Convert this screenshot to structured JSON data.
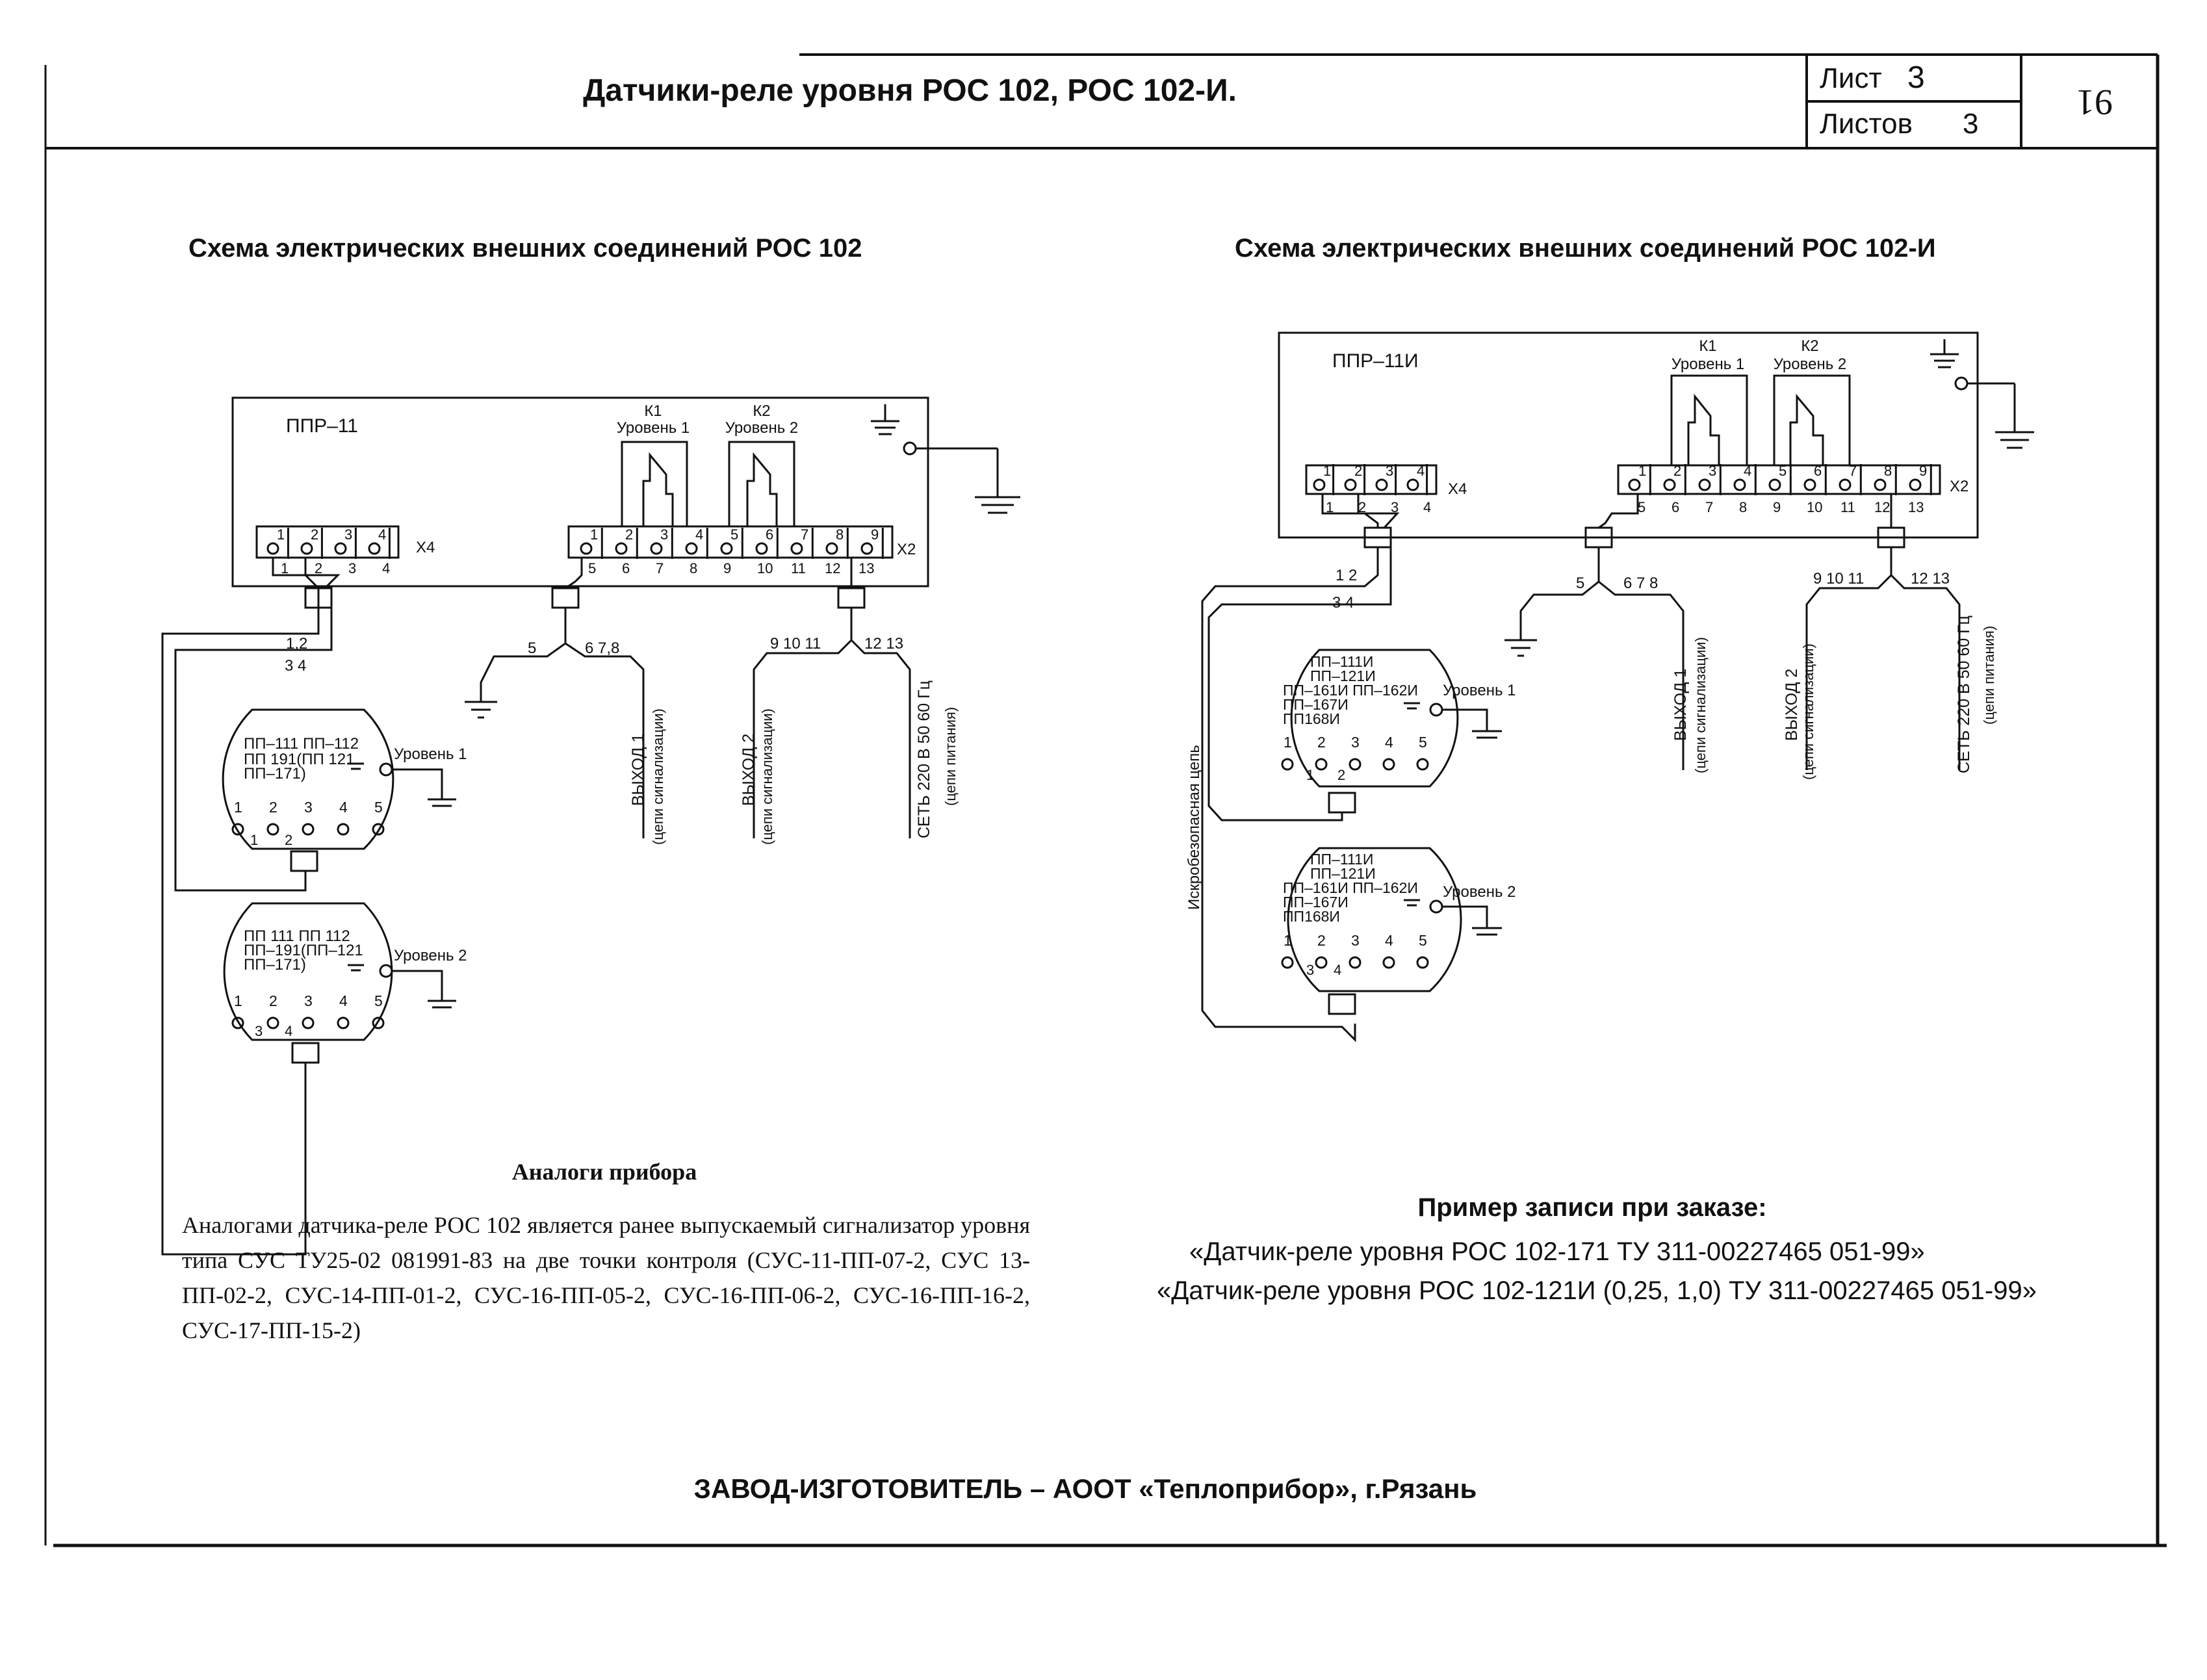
{
  "header": {
    "title": "Датчики-реле уровня РОС 102, РОС 102-И.",
    "sheet_label": "Лист",
    "sheet_value": "3",
    "sheets_label": "Листов",
    "sheets_value": "3",
    "page_number": "91"
  },
  "left_scheme": {
    "title": "Схема электрических внешних соединений РОС 102",
    "device_label": "ППР–11",
    "relay_k1": "К1",
    "relay_k1_level": "Уровень 1",
    "relay_k2": "К2",
    "relay_k2_level": "Уровень 2",
    "x4_label": "Х4",
    "x2_label": "Х2",
    "x4_top": [
      "1",
      "2",
      "3",
      "4"
    ],
    "x4_bottom": [
      "1",
      "2",
      "3",
      "4"
    ],
    "x2_top": [
      "1",
      "2",
      "3",
      "4",
      "5",
      "6",
      "7",
      "8",
      "9"
    ],
    "x2_bottom": [
      "5",
      "6",
      "7",
      "8",
      "9",
      "10",
      "11",
      "12",
      "13"
    ],
    "wire_12": "1,2",
    "wire_34": "3 4",
    "wire_5": "5",
    "wire_678": "6 7,8",
    "wire_91011": "9 10 11",
    "wire_1213": "12 13",
    "output1": "ВЫХОД 1",
    "output1_sub": "(цепи сигнализации)",
    "output2": "ВЫХОД 2",
    "output2_sub": "(цепи сигнализации)",
    "mains": "СЕТЬ 220 В 50 60 Гц",
    "mains_sub": "(цепи питания)",
    "sensor1_lines": [
      "ПП–111 ПП–112",
      "ПП 191(ПП 121",
      "ПП–171)"
    ],
    "sensor1_level": "Уровень 1",
    "sensor1_pins": [
      "1",
      "2",
      "3",
      "4",
      "5"
    ],
    "sensor1_wires": [
      "1",
      "2"
    ],
    "sensor2_lines": [
      "ПП 111 ПП 112",
      "ПП–191(ПП–121",
      "ПП–171)"
    ],
    "sensor2_level": "Уровень 2",
    "sensor2_pins": [
      "1",
      "2",
      "3",
      "4",
      "5"
    ],
    "sensor2_wires": [
      "3",
      "4"
    ]
  },
  "right_scheme": {
    "title": "Схема электрических внешних соединений РОС 102-И",
    "device_label": "ППР–11И",
    "relay_k1": "К1",
    "relay_k1_level": "Уровень 1",
    "relay_k2": "К2",
    "relay_k2_level": "Уровень 2",
    "x4_label": "Х4",
    "x2_label": "Х2",
    "x4_top": [
      "1",
      "2",
      "3",
      "4"
    ],
    "x4_bottom": [
      "1",
      "2",
      "3",
      "4"
    ],
    "x2_top": [
      "1",
      "2",
      "3",
      "4",
      "5",
      "6",
      "7",
      "8",
      "9"
    ],
    "x2_bottom": [
      "5",
      "6",
      "7",
      "8",
      "9",
      "10",
      "11",
      "12",
      "13"
    ],
    "wire_12": "1 2",
    "wire_34": "3 4",
    "wire_5": "5",
    "wire_678": "6 7 8",
    "wire_91011": "9 10 11",
    "wire_1213": "12 13",
    "output1": "ВЫХОД 1",
    "output1_sub": "(цепи сигнализации)",
    "output2": "ВЫХОД 2",
    "output2_sub": "(цепи сигнализации)",
    "mains": "СЕТЬ 220 В 50 60 Гц",
    "mains_sub": "(цепи питания)",
    "safe_circuit": "Искробезопасная цепь",
    "sensor1_lines": [
      "ПП–111И",
      "ПП–121И",
      "ПП–161И ПП–162И",
      "ПП–167И",
      "ПП168И"
    ],
    "sensor1_level": "Уровень 1",
    "sensor1_pins": [
      "1",
      "2",
      "3",
      "4",
      "5"
    ],
    "sensor1_wires": [
      "1",
      "2"
    ],
    "sensor2_lines": [
      "ПП–111И",
      "ПП–121И",
      "ПП–161И ПП–162И",
      "ПП–167И",
      "ПП168И"
    ],
    "sensor2_level": "Уровень 2",
    "sensor2_pins": [
      "1",
      "2",
      "3",
      "4",
      "5"
    ],
    "sensor2_wires": [
      "3",
      "4"
    ]
  },
  "analogs": {
    "title": "Аналоги прибора",
    "text": "Аналогами датчика-реле РОС 102 является ранее выпускаемый сигнализатор уровня типа СУС ТУ25-02 081991-83 на две точки контроля (СУС-11-ПП-07-2, СУС 13-ПП-02-2, СУС-14-ПП-01-2, СУС-16-ПП-05-2, СУС-16-ПП-06-2, СУС-16-ПП-16-2, СУС-17-ПП-15-2)"
  },
  "order_example": {
    "title": "Пример записи при заказе:",
    "line1": "«Датчик-реле уровня РОС 102-171  ТУ 311-00227465 051-99»",
    "line2": "«Датчик-реле уровня РОС 102-121И (0,25, 1,0)  ТУ 311-00227465 051-99»"
  },
  "footer": {
    "manufacturer": "ЗАВОД-ИЗГОТОВИТЕЛЬ – АООТ «Теплоприбор», г.Рязань"
  }
}
